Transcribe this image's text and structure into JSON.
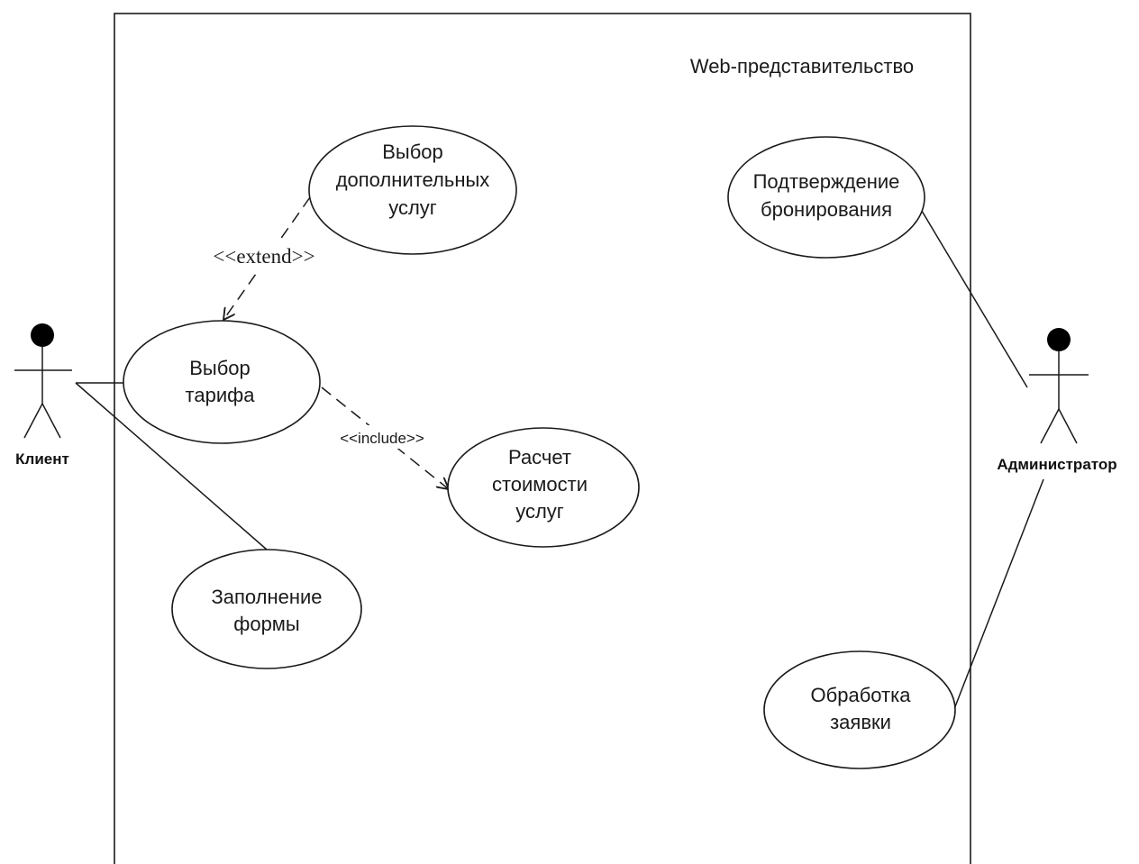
{
  "system": {
    "title": "Web-представительство"
  },
  "actors": {
    "client": "Клиент",
    "admin": "Администратор"
  },
  "use_cases": {
    "extra_services": [
      "Выбор",
      "дополнительных",
      "услуг"
    ],
    "tariff": [
      "Выбор",
      "тарифа"
    ],
    "cost_calc": [
      "Расчет",
      "стоимости",
      "услуг"
    ],
    "fill_form": [
      "Заполнение",
      "формы"
    ],
    "booking_confirm": [
      "Подтверждение",
      "бронирования"
    ],
    "request_processing": [
      "Обработка",
      "заявки"
    ]
  },
  "relations": {
    "extend": "<<extend>>",
    "include": "<<include>>"
  },
  "colors": {
    "line": "#1a1a1a",
    "actor_head": "#000000",
    "background": "#ffffff"
  }
}
